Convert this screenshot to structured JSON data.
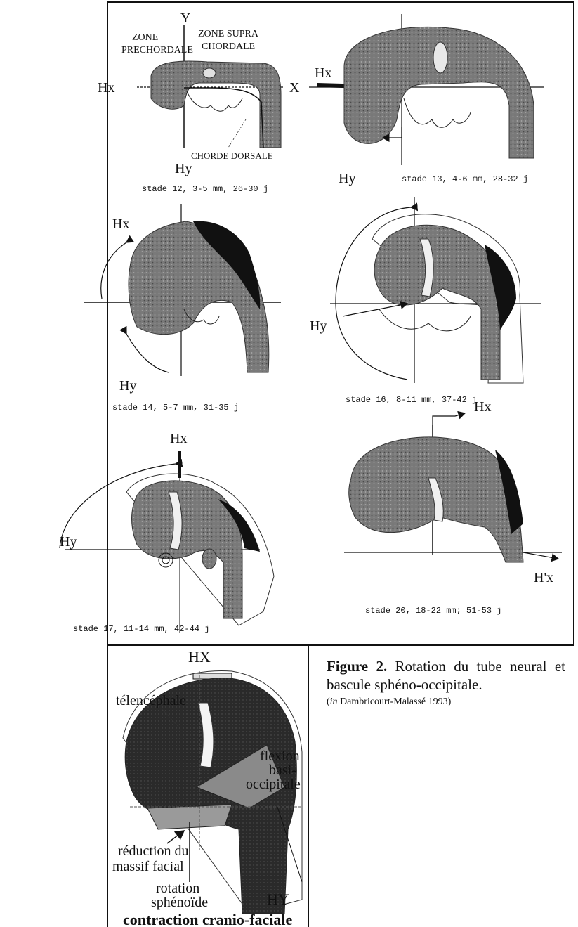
{
  "panels": {
    "stage12": {
      "zone_pre": [
        "ZONE",
        "PRECHORDALE"
      ],
      "zone_supra": [
        "ZONE SUPRA",
        "CHORDALE"
      ],
      "axis_y": "Y",
      "axis_x": "X",
      "hx": "Hx",
      "hy": "Hy",
      "chorde": "CHORDE DORSALE",
      "caption": "stade 12, 3-5 mm, 26-30 j"
    },
    "stage13": {
      "hx": "Hx",
      "hy": "Hy",
      "caption": "stade 13, 4-6 mm, 28-32 j"
    },
    "stage14": {
      "hx": "Hx",
      "hy": "Hy",
      "caption": "stade 14, 5-7 mm, 31-35 j"
    },
    "stage16": {
      "hy": "Hy",
      "caption": "stade 16, 8-11 mm, 37-42 j"
    },
    "stage17": {
      "hx": "Hx",
      "hy": "Hy",
      "caption": "stade 17, 11-14 mm, 42-44 j"
    },
    "stage20": {
      "hx": "Hx",
      "hpx": "H'x",
      "caption": "stade 20, 18-22 mm; 51-53 j"
    }
  },
  "summary": {
    "hx": "HX",
    "hy": "HY",
    "telencephale": "télencéphale",
    "flexion": [
      "flexion",
      "basi-",
      "occipitale"
    ],
    "reduction": [
      "réduction du",
      "massif facial"
    ],
    "rotation": [
      "rotation",
      "sphénoïde"
    ],
    "title": "contraction cranio-faciale"
  },
  "figure": {
    "label": "Figure 2.",
    "text": "Rotation du tube neural et bascule sphéno-occipitale.",
    "source_prefix": "in",
    "source_text": "Dambricourt-Malassé 1993"
  }
}
